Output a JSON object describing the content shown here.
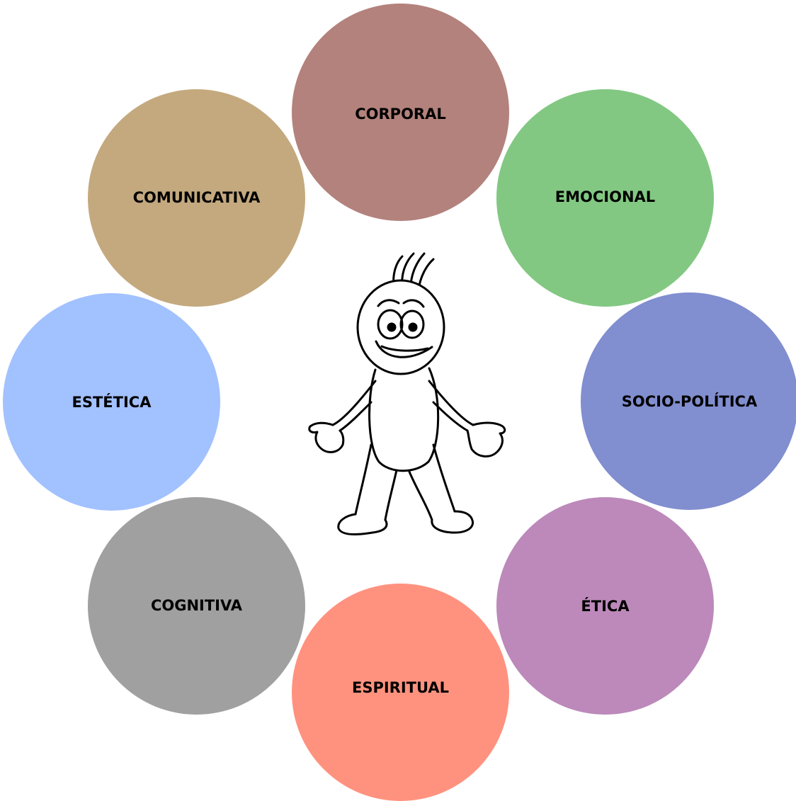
{
  "dimensions": [
    {
      "label": "CORPORAL",
      "color": "#B3827C"
    },
    {
      "label": "EMOCIONAL",
      "color": "#82C882"
    },
    {
      "label": "SOCIO-POLÍTICA",
      "color": "#818ECF"
    },
    {
      "label": "ÉTICA",
      "color": "#BC89BA"
    },
    {
      "label": "ESPIRITUAL",
      "color": "#FF927F"
    },
    {
      "label": "COGNITIVA",
      "color": "#A0A0A0"
    },
    {
      "label": "ESTÉTICA",
      "color": "#A2C1FF"
    },
    {
      "label": "COMUNICATIVA",
      "color": "#C4A97F"
    }
  ],
  "center_figure": {
    "icon": "smiling-cartoon-person-icon"
  }
}
